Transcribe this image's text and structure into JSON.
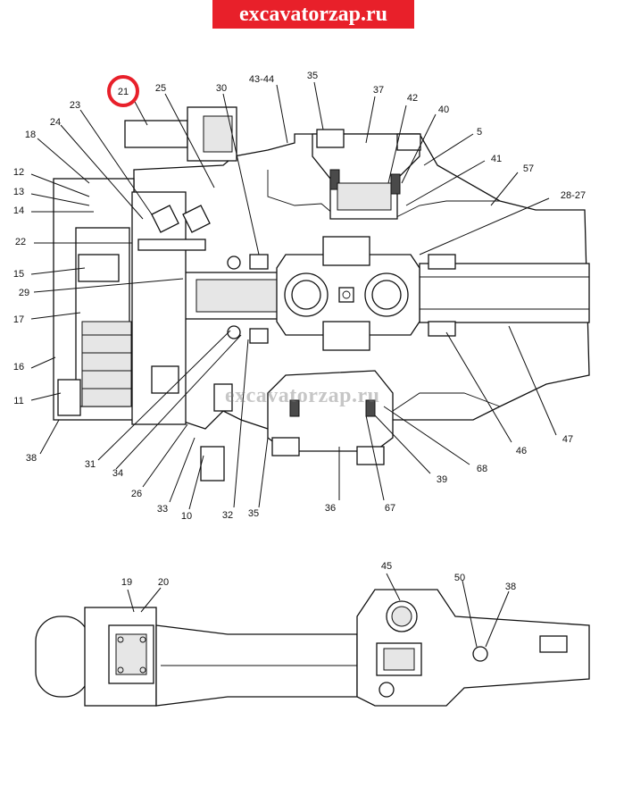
{
  "banner": {
    "text": "excavatorzap.ru"
  },
  "watermark": {
    "text": "excavatorzap.ru"
  },
  "highlight": {
    "label": "21",
    "color": "#e8202a"
  },
  "labels": {
    "l21": "21",
    "l25": "25",
    "l30": "30",
    "l43_44": "43-44",
    "l35a": "35",
    "l37": "37",
    "l42": "42",
    "l40": "40",
    "l5": "5",
    "l41": "41",
    "l57": "57",
    "l28_27": "28-27",
    "l23": "23",
    "l24": "24",
    "l18": "18",
    "l12": "12",
    "l13": "13",
    "l14": "14",
    "l22": "22",
    "l15": "15",
    "l29": "29",
    "l17": "17",
    "l16": "16",
    "l11": "11",
    "l38a": "38",
    "l31": "31",
    "l34": "34",
    "l26": "26",
    "l33": "33",
    "l10": "10",
    "l32": "32",
    "l35b": "35",
    "l36": "36",
    "l67": "67",
    "l39": "39",
    "l68": "68",
    "l46": "46",
    "l47": "47",
    "l19": "19",
    "l20": "20",
    "l45": "45",
    "l50": "50",
    "l38b": "38"
  }
}
